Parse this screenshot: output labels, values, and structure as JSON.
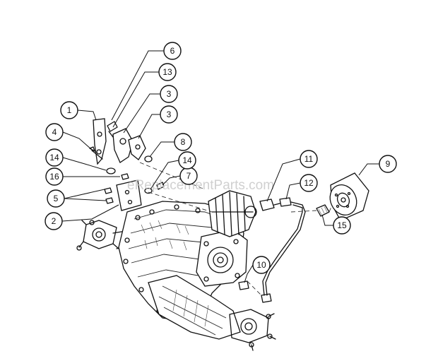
{
  "watermark": "eReplacementParts.com",
  "callouts": [
    {
      "id": "c1",
      "label": "1"
    },
    {
      "id": "c2",
      "label": "2"
    },
    {
      "id": "c3a",
      "label": "3"
    },
    {
      "id": "c3b",
      "label": "3"
    },
    {
      "id": "c4",
      "label": "4"
    },
    {
      "id": "c5",
      "label": "5"
    },
    {
      "id": "c6",
      "label": "6"
    },
    {
      "id": "c7",
      "label": "7"
    },
    {
      "id": "c8",
      "label": "8"
    },
    {
      "id": "c9",
      "label": "9"
    },
    {
      "id": "c10",
      "label": "10"
    },
    {
      "id": "c11",
      "label": "11"
    },
    {
      "id": "c12",
      "label": "12"
    },
    {
      "id": "c13",
      "label": "13"
    },
    {
      "id": "c14a",
      "label": "14"
    },
    {
      "id": "c14b",
      "label": "14"
    },
    {
      "id": "c15",
      "label": "15"
    },
    {
      "id": "c16",
      "label": "16"
    }
  ]
}
